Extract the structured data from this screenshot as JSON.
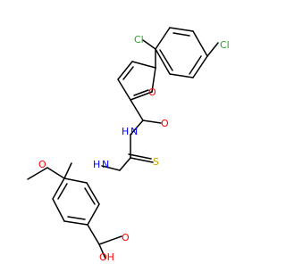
{
  "molecule": {
    "atoms": {
      "cl_top": "Cl",
      "cl_right": "Cl",
      "o_furan": "O",
      "o_amide": "O",
      "nh_amide": "H",
      "nh_amide_n": "N",
      "nh_thio": "H",
      "nh_thio_n": "N",
      "s_thio": "S",
      "o_methoxy": "O",
      "o_acid": "O",
      "oh_acid": "OH"
    },
    "colors": {
      "carbon": "#000000",
      "chlorine": "#2ca02c",
      "oxygen": "#ff0000",
      "nitrogen": "#0000ff",
      "sulfur": "#c8a000"
    }
  }
}
